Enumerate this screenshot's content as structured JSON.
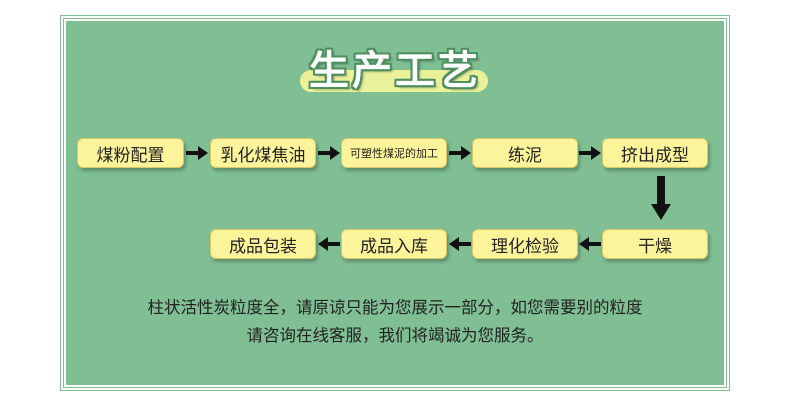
{
  "title": "生产工艺",
  "colors": {
    "panel": "#7fbf93",
    "box": "#fcf49a",
    "title_underline": "#e9f29a",
    "arrow": "#111111"
  },
  "steps": [
    "煤粉配置",
    "乳化煤焦油",
    "可塑性煤泥的加工",
    "练泥",
    "挤出成型",
    "干燥",
    "理化检验",
    "成品入库",
    "成品包装"
  ],
  "note": {
    "line1": "柱状活性炭粒度全，请原谅只能为您展示一部分，如您需要别的粒度",
    "line2": "请咨询在线客服，我们将竭诚为您服务。"
  }
}
